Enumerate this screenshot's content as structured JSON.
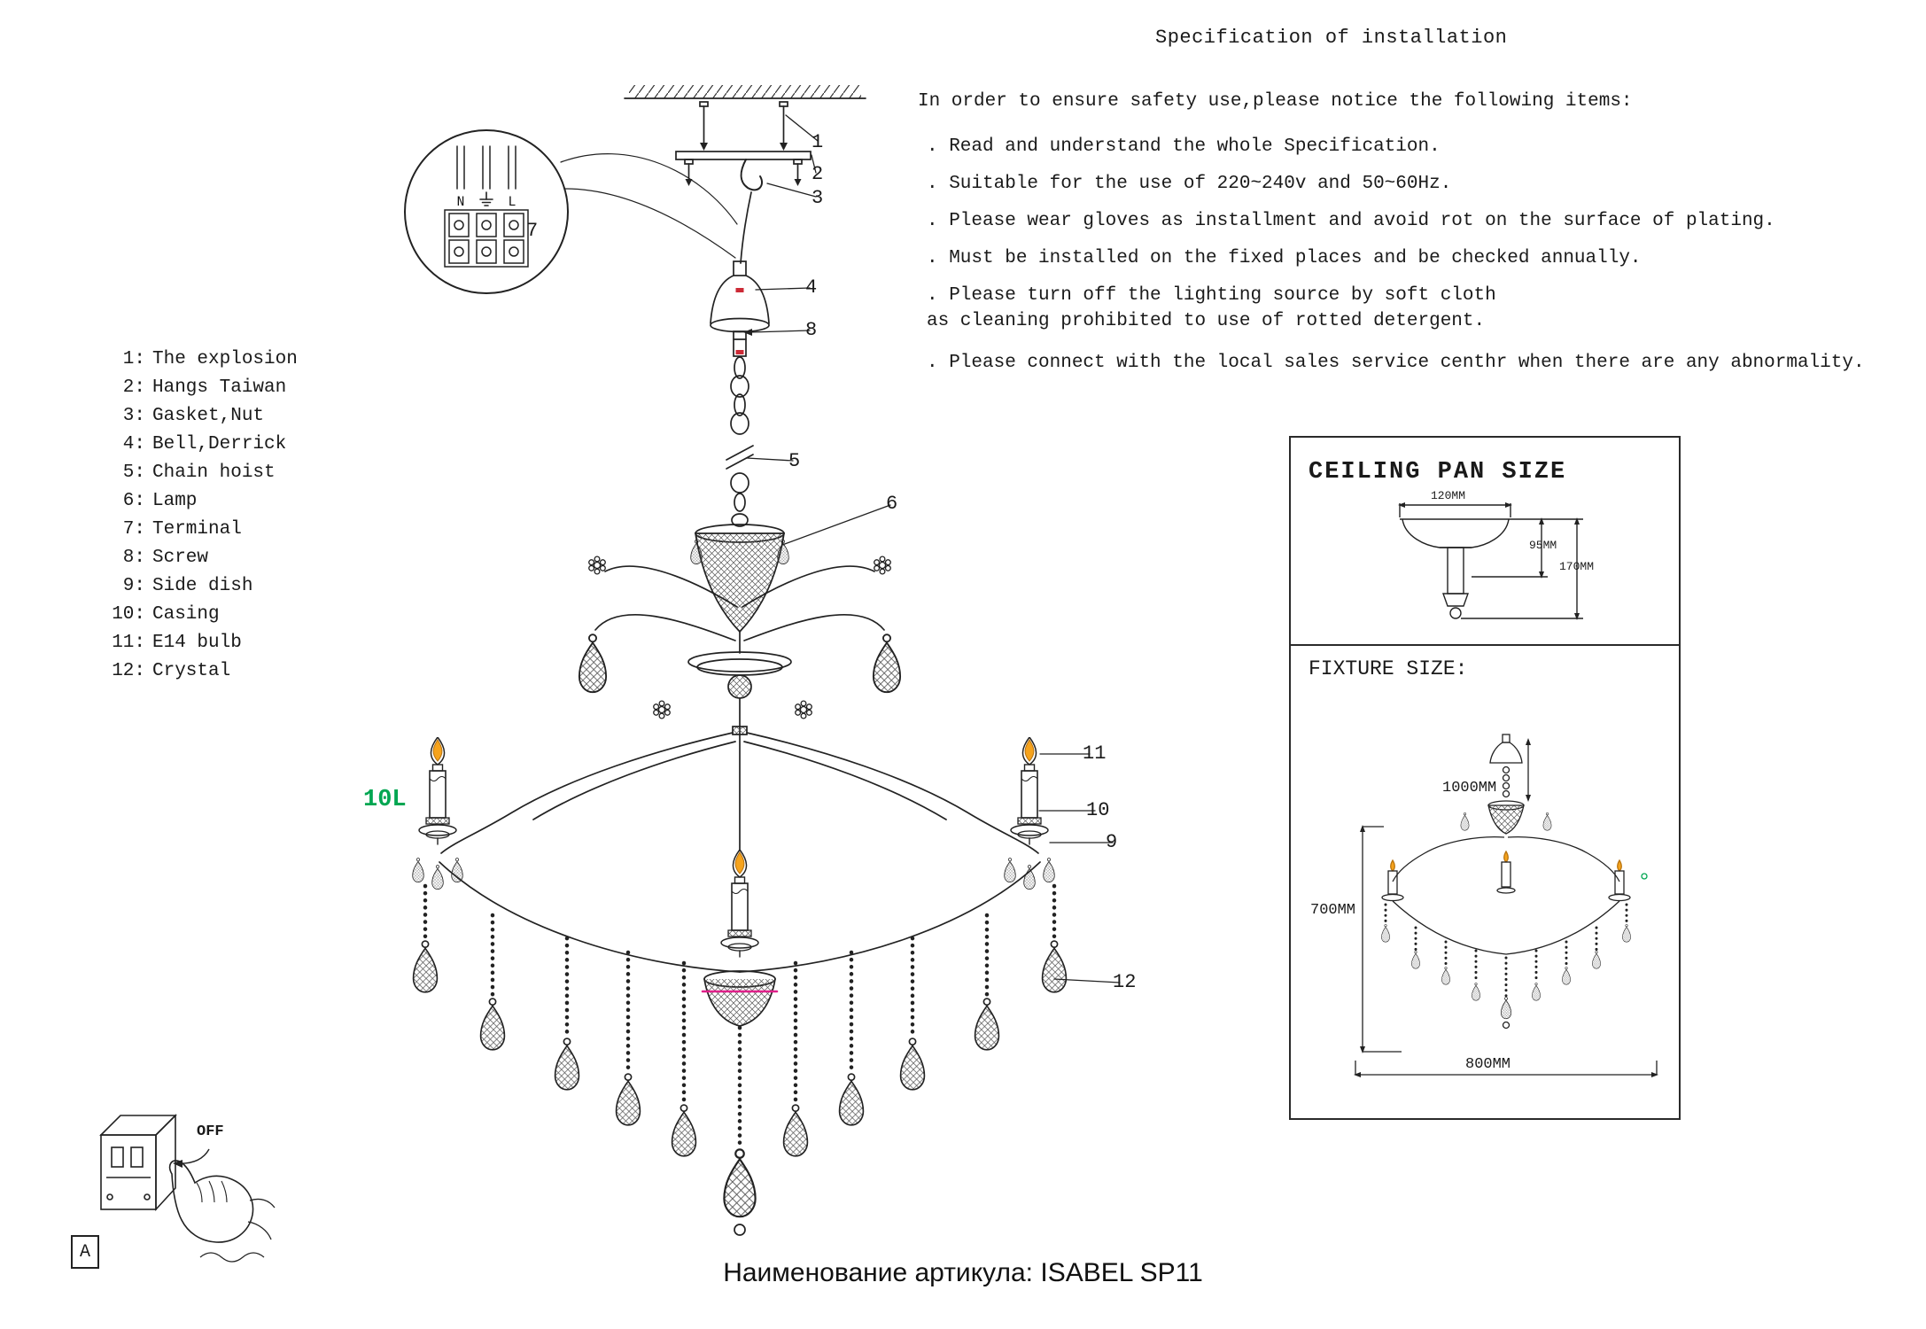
{
  "page": {
    "title": "Specification of installation",
    "footer": "Наименование артикула: ISABEL SP11"
  },
  "colors": {
    "lamp_green": "#00a651",
    "flame_orange": "#f6a31c",
    "accent_magenta": "#e0218a",
    "mark_red": "#cc2a36"
  },
  "safety": {
    "intro": "In order to ensure safety use,please notice the following items:",
    "items": [
      ". Read and understand the whole Specification.",
      ". Suitable for the use of 220~240v and 50~60Hz.",
      ". Please wear gloves as installment and avoid rot on the surface of plating.",
      ". Must be installed on the fixed places and be checked annually.",
      ". Please turn off the lighting source by soft cloth\nas cleaning prohibited to use of rotted detergent.",
      ". Please connect with the local sales service centhr when there are any abnormality."
    ]
  },
  "parts": {
    "items": [
      {
        "num": "1:",
        "label": "The explosion"
      },
      {
        "num": "2:",
        "label": "Hangs Taiwan"
      },
      {
        "num": "3:",
        "label": "Gasket,Nut"
      },
      {
        "num": "4:",
        "label": "Bell,Derrick"
      },
      {
        "num": "5:",
        "label": "Chain hoist"
      },
      {
        "num": "6:",
        "label": "Lamp"
      },
      {
        "num": "7:",
        "label": "Terminal"
      },
      {
        "num": "8:",
        "label": "Screw"
      },
      {
        "num": "9:",
        "label": "Side dish"
      },
      {
        "num": "10:",
        "label": "Casing"
      },
      {
        "num": "11:",
        "label": "E14 bulb"
      },
      {
        "num": "12:",
        "label": "Crystal"
      }
    ]
  },
  "diagram": {
    "callouts": [
      "1",
      "2",
      "3",
      "4",
      "5",
      "6",
      "7",
      "8",
      "9",
      "10",
      "11",
      "12"
    ],
    "lamp_count_label": "10L",
    "terminal_n": "N",
    "terminal_l": "L"
  },
  "size_panel": {
    "ceiling_title": "CEILING PAN SIZE",
    "pan_width": "120MM",
    "pan_depth": "95MM",
    "pan_height": "170MM",
    "fixture_title": "FIXTURE SIZE:",
    "height_label": "1000MM",
    "body_label": "700MM",
    "width_label": "800MM"
  },
  "switch_inset": {
    "off_label": "OFF",
    "corner_label": "A"
  }
}
